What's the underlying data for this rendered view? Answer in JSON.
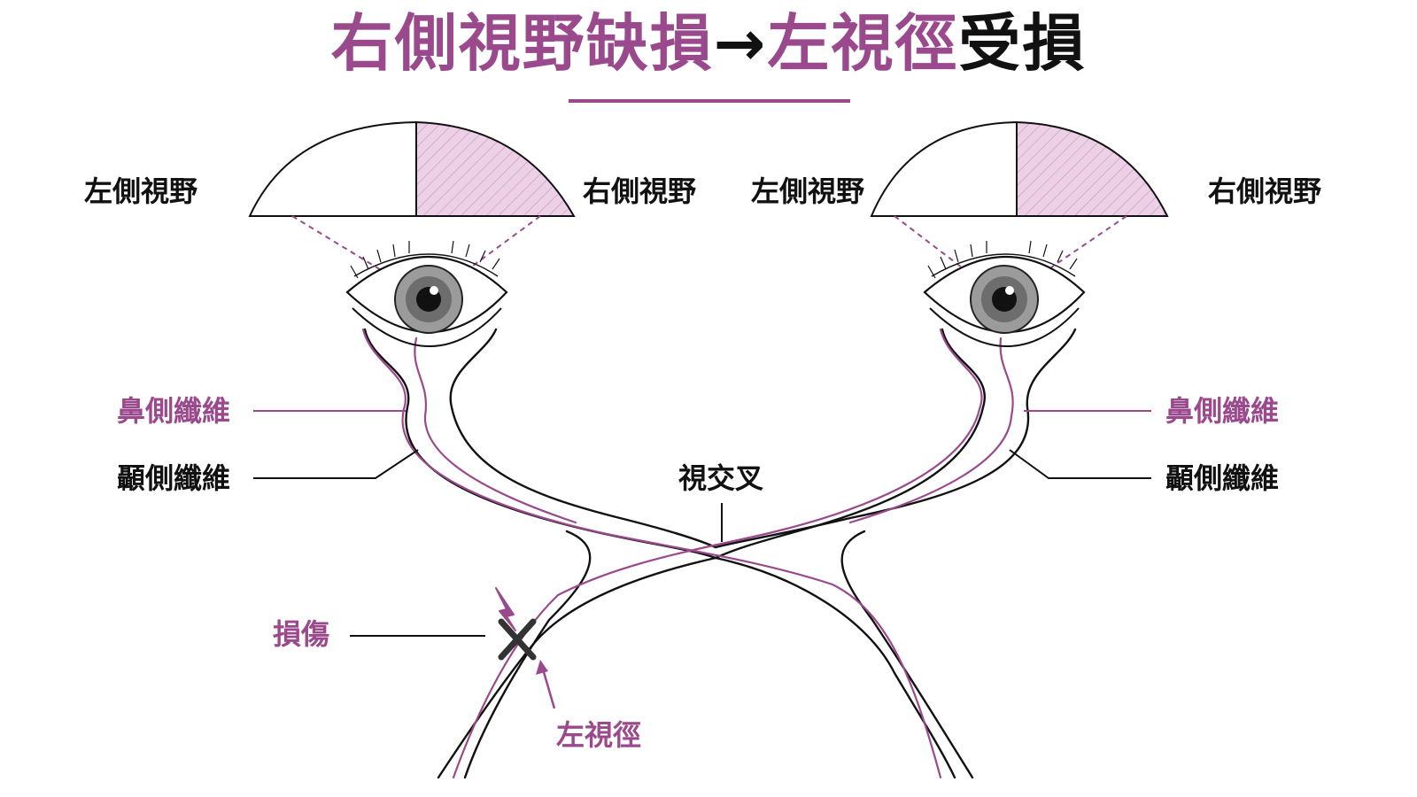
{
  "title": {
    "part1": "右側視野缺損",
    "arrow": "→",
    "part2": "左視徑",
    "part3": "受損"
  },
  "labels": {
    "left_eye_left_field": "左側視野",
    "left_eye_right_field": "右側視野",
    "right_eye_left_field": "左側視野",
    "right_eye_right_field": "右側視野",
    "nasal_fibers_left": "鼻側纖維",
    "temporal_fibers_left": "顳側纖維",
    "nasal_fibers_right": "鼻側纖維",
    "temporal_fibers_right": "顳側纖維",
    "chiasm": "視交叉",
    "injury": "損傷",
    "left_optic_tract": "左視徑"
  },
  "colors": {
    "accent": "#9a4a8c",
    "field_highlight": "#ecd0e6",
    "ink": "#111111"
  }
}
